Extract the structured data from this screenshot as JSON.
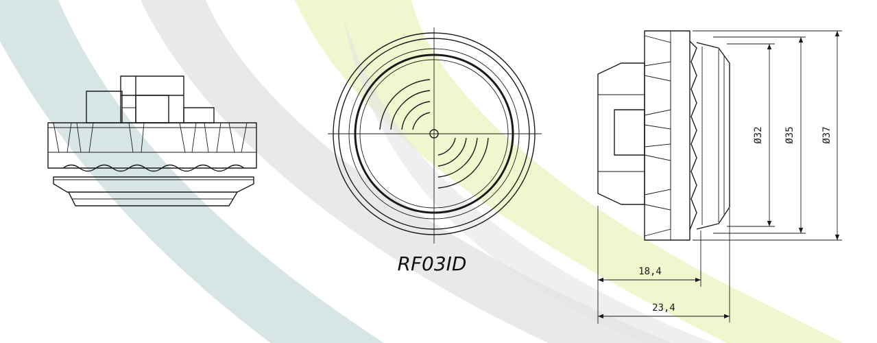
{
  "product": {
    "model": "RF03ID"
  },
  "dimensions": {
    "dia_32": "Ø32",
    "dia_35": "Ø35",
    "dia_37": "Ø37",
    "length_18_4": "18,4",
    "length_23_4": "23,4"
  },
  "colors": {
    "swoosh_teal": "#c9dcdc",
    "swoosh_grey": "#e2e3e5",
    "swoosh_green": "#eef4c6",
    "line": "#1a1a1a"
  }
}
